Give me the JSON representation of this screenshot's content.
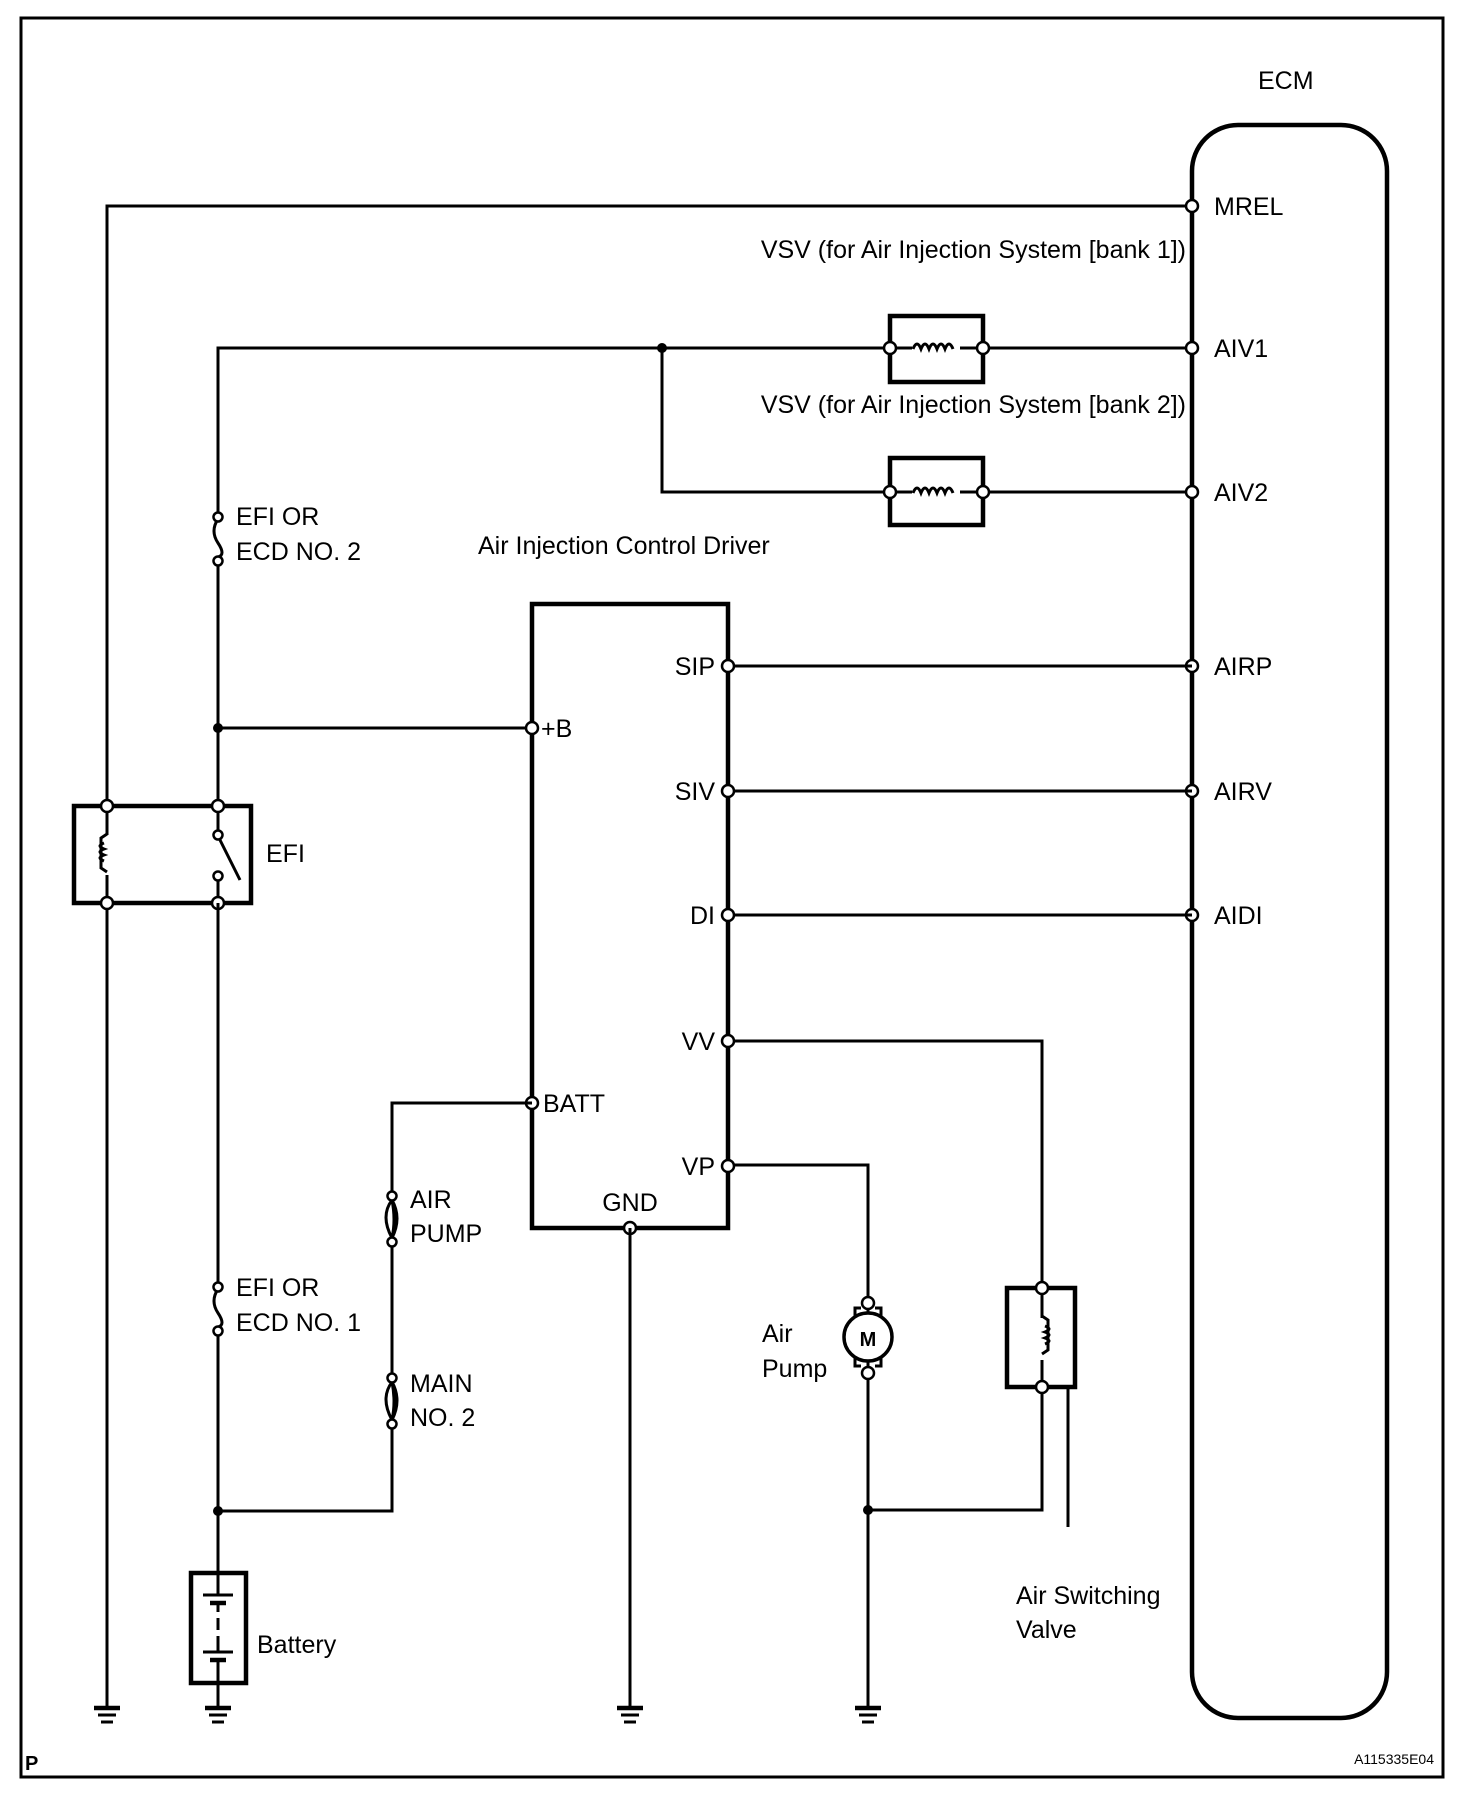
{
  "diagram": {
    "title_code": "A115335E04",
    "page_marker": "P",
    "colors": {
      "line": "#000000",
      "background": "#ffffff"
    },
    "ecm": {
      "label": "ECM",
      "terminals": [
        "MREL",
        "AIV1",
        "AIV2",
        "AIRP",
        "AIRV",
        "AIDI"
      ]
    },
    "vsv_bank1": {
      "label": "VSV (for Air Injection System [bank 1])"
    },
    "vsv_bank2": {
      "label": "VSV (for Air Injection System [bank 2])"
    },
    "driver": {
      "label": "Air Injection Control Driver",
      "terminals": {
        "sip": "SIP",
        "plus_b": "+B",
        "siv": "SIV",
        "di": "DI",
        "vv": "VV",
        "batt": "BATT",
        "vp": "VP",
        "gnd": "GND"
      }
    },
    "fuses": {
      "efi_no2": {
        "line1": "EFI OR",
        "line2": "ECD NO. 2"
      },
      "efi_no1": {
        "line1": "EFI OR",
        "line2": "ECD NO. 1"
      },
      "air_pump": {
        "line1": "AIR",
        "line2": "PUMP"
      },
      "main_no2": {
        "line1": "MAIN",
        "line2": "NO. 2"
      }
    },
    "relay": {
      "label": "EFI"
    },
    "air_pump": {
      "line1": "Air",
      "line2": "Pump",
      "motor_symbol": "M"
    },
    "air_switching_valve": {
      "line1": "Air Switching",
      "line2": "Valve"
    },
    "battery": {
      "label": "Battery"
    }
  }
}
